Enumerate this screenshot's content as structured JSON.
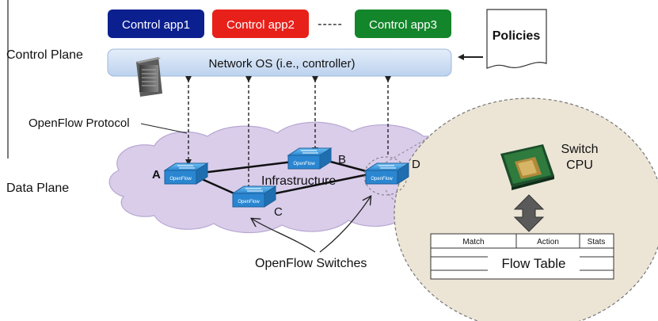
{
  "control_plane_label": "Control Plane",
  "data_plane_label": "Data Plane",
  "apps": [
    {
      "label": "Control app1",
      "color": "#0b1f8f"
    },
    {
      "label": "Control app2",
      "color": "#e8201a"
    },
    {
      "label": "Control app3",
      "color": "#13852a"
    }
  ],
  "app_separator": "-----",
  "network_os_label": "Network OS (i.e., controller)",
  "policies_label": "Policies",
  "openflow_protocol_label": "OpenFlow Protocol",
  "infrastructure_label": "Infrastructure",
  "switch_badge": "OpenFlow",
  "switch_names": {
    "a": "A",
    "b": "B",
    "c": "C",
    "d": "D"
  },
  "openflow_switches_label": "OpenFlow Switches",
  "switch_cpu_label": {
    "line1": "Switch",
    "line2": "CPU"
  },
  "flow_table": {
    "headers": [
      "Match",
      "Action",
      "Stats"
    ],
    "title": "Flow Table"
  },
  "colors": {
    "cloud": "#d9cdea",
    "cloud_stroke": "#b8a7d2",
    "nos_bar": "#cfe0f4",
    "zoom_circle": "#ece5d6",
    "switch": "#3b9be0"
  }
}
